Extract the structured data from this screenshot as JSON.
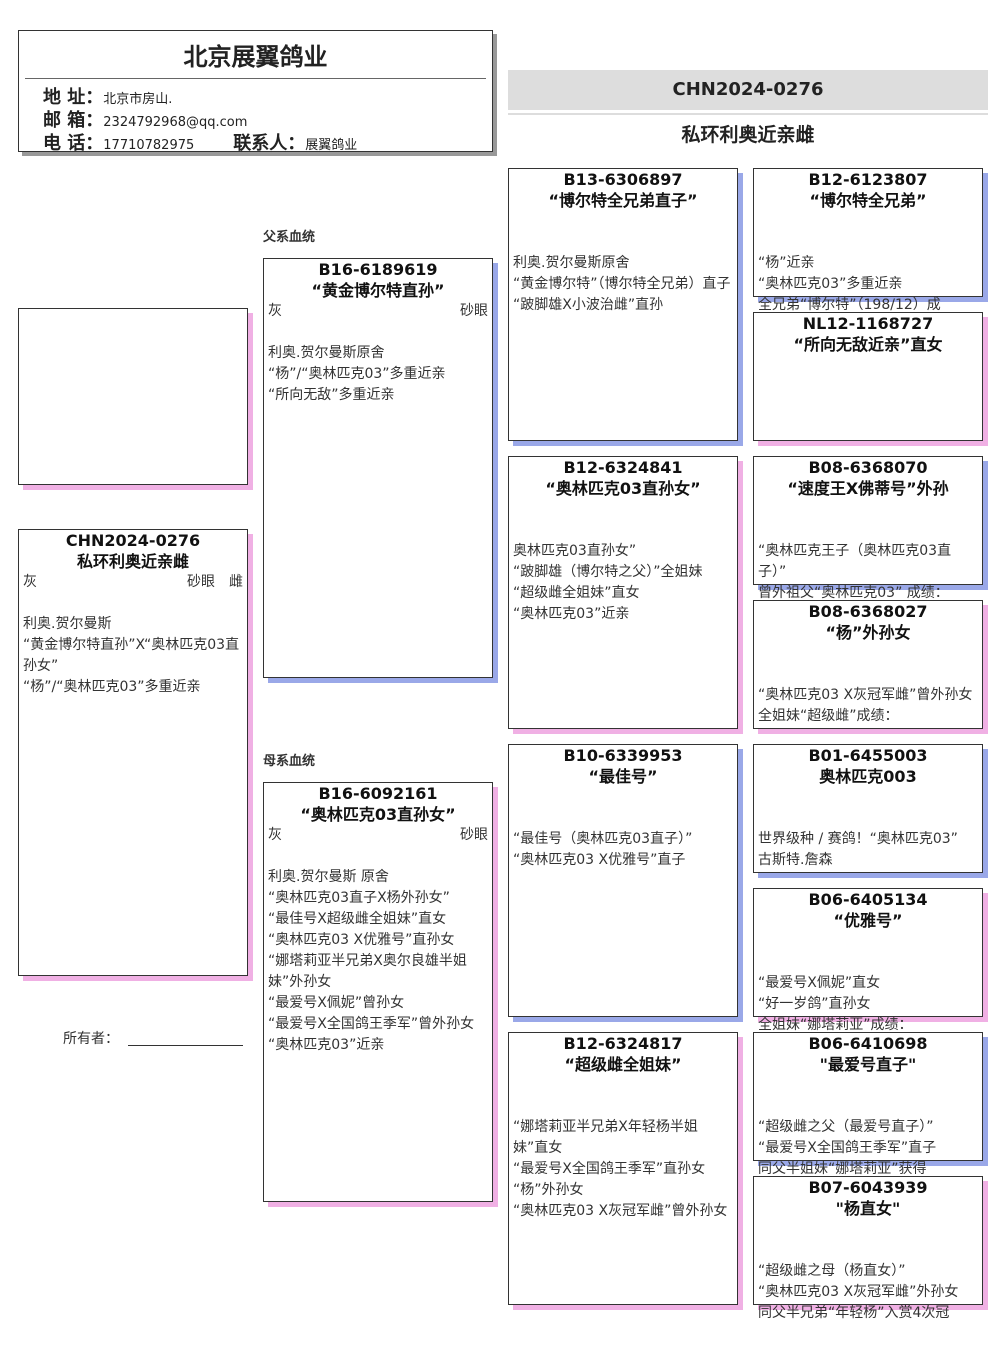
{
  "header": {
    "title": "北京展翼鸽业",
    "address_label": "地 址：",
    "address": "北京市房山.",
    "email_label": "邮 箱：",
    "email": "2324792968@qq.com",
    "phone_label": "电 话：",
    "phone": "17710782975",
    "contact_label": "联系人：",
    "contact": "展翼鸽业"
  },
  "top": {
    "ring": "CHN2024-0276",
    "name": "私环利奥近亲雌"
  },
  "labels": {
    "sire_line": "父系血统",
    "dam_line": "母系血统",
    "owner": "所有者："
  },
  "subject": {
    "ring": "CHN2024-0276",
    "name": "私环利奥近亲雌",
    "color": "灰",
    "eye": "砂眼",
    "sex": "雌",
    "notes": [
      "利奥.贺尔曼斯",
      "“黄金博尔特直孙”X“奥林匹克03直孙女”",
      "“杨”/“奥林匹克03”多重近亲"
    ]
  },
  "sire": {
    "ring": "B16-6189619",
    "name": "“黄金博尔特直孙”",
    "color": "灰",
    "eye": "砂眼",
    "notes": [
      "利奥.贺尔曼斯原舍",
      "“杨”/“奥林匹克03”多重近亲",
      "“所向无敌”多重近亲"
    ]
  },
  "dam": {
    "ring": "B16-6092161",
    "name": "“奥林匹克03直孙女”",
    "color": "灰",
    "eye": "砂眼",
    "notes": [
      "利奥.贺尔曼斯 原舍",
      "“奥林匹克03直子X杨外孙女”",
      "“最佳号X超级雌全姐妹”直女",
      "“奥林匹克03 X优雅号”直孙女",
      "“娜塔莉亚半兄弟X奥尔良雄半姐妹”外孙女",
      "“最爱号X佩妮”曾孙女",
      "“最爱号X全国鸽王季军”曾外孙女",
      "“奥林匹克03”近亲"
    ]
  },
  "gen3": [
    {
      "ring": "B13-6306897",
      "name": "“博尔特全兄弟直子”",
      "notes": [
        "利奥.贺尔曼斯原舍",
        "“黄金博尔特”（博尔特全兄弟）直子",
        "“跛脚雄X小波治雌”直孙"
      ]
    },
    {
      "ring": "B12-6324841",
      "name": "“奥林匹克03直孙女”",
      "notes": [
        "奥林匹克03直孙女”",
        "“跛脚雄（博尔特之父）”全姐妹",
        "“超级雌全姐妹”直女",
        "“奥林匹克03”近亲"
      ]
    },
    {
      "ring": "B10-6339953",
      "name": "“最佳号”",
      "notes": [
        "“最佳号（奥林匹克03直子）”",
        "“奥林匹克03 X优雅号”直子"
      ]
    },
    {
      "ring": "B12-6324817",
      "name": "“超级雌全姐妹”",
      "notes": [
        "“娜塔莉亚半兄弟X年轻杨半姐妹”直女",
        "“最爱号X全国鸽王季军”直孙女",
        "“杨”外孙女",
        "“奥林匹克03 X灰冠军雌”曾外孙女"
      ]
    }
  ],
  "gen4": [
    {
      "ring": "B12-6123807",
      "name": "“博尔特全兄弟”",
      "notes": [
        "“杨”近亲",
        "“奥林匹克03”多重近亲",
        "全兄弟“博尔特”（198/12）成"
      ]
    },
    {
      "ring": "NL12-1168727",
      "name": "“所向无敌近亲”直女",
      "notes": []
    },
    {
      "ring": "B08-6368070",
      "name": "“速度王X佛蒂号”外孙",
      "notes": [
        "“奥林匹克王子（奥林匹克03直子）”",
        "曾外祖父“奥林匹克03” 成绩："
      ]
    },
    {
      "ring": "B08-6368027",
      "name": "“杨”外孙女",
      "notes": [
        "“奥林匹克03 X灰冠军雌”曾外孙女",
        "全姐妹“超级雌”成绩："
      ]
    },
    {
      "ring": "B01-6455003",
      "name": "奥林匹克003",
      "notes": [
        "世界级种 / 赛鸽！“奥林匹克03”",
        "古斯特.詹森"
      ]
    },
    {
      "ring": "B06-6405134",
      "name": "“优雅号”",
      "notes": [
        "“最爱号X佩妮”直女",
        "“好一岁鸽”直孙女",
        "全姐妹“娜塔莉亚”成绩："
      ]
    },
    {
      "ring": "B06-6410698",
      "name": "\"最爱号直子\"",
      "notes": [
        "“超级雌之父（最爱号直子）”",
        "“最爱号X全国鸽王季军”直子",
        "同父半姐妹“娜塔莉亚”获得"
      ]
    },
    {
      "ring": "B07-6043939",
      "name": "\"杨直女\"",
      "notes": [
        "“超级雌之母（杨直女）”",
        "“奥林匹克03 X灰冠军雌”外孙女",
        "同父半兄弟“年轻杨”入赏4次冠"
      ]
    }
  ]
}
